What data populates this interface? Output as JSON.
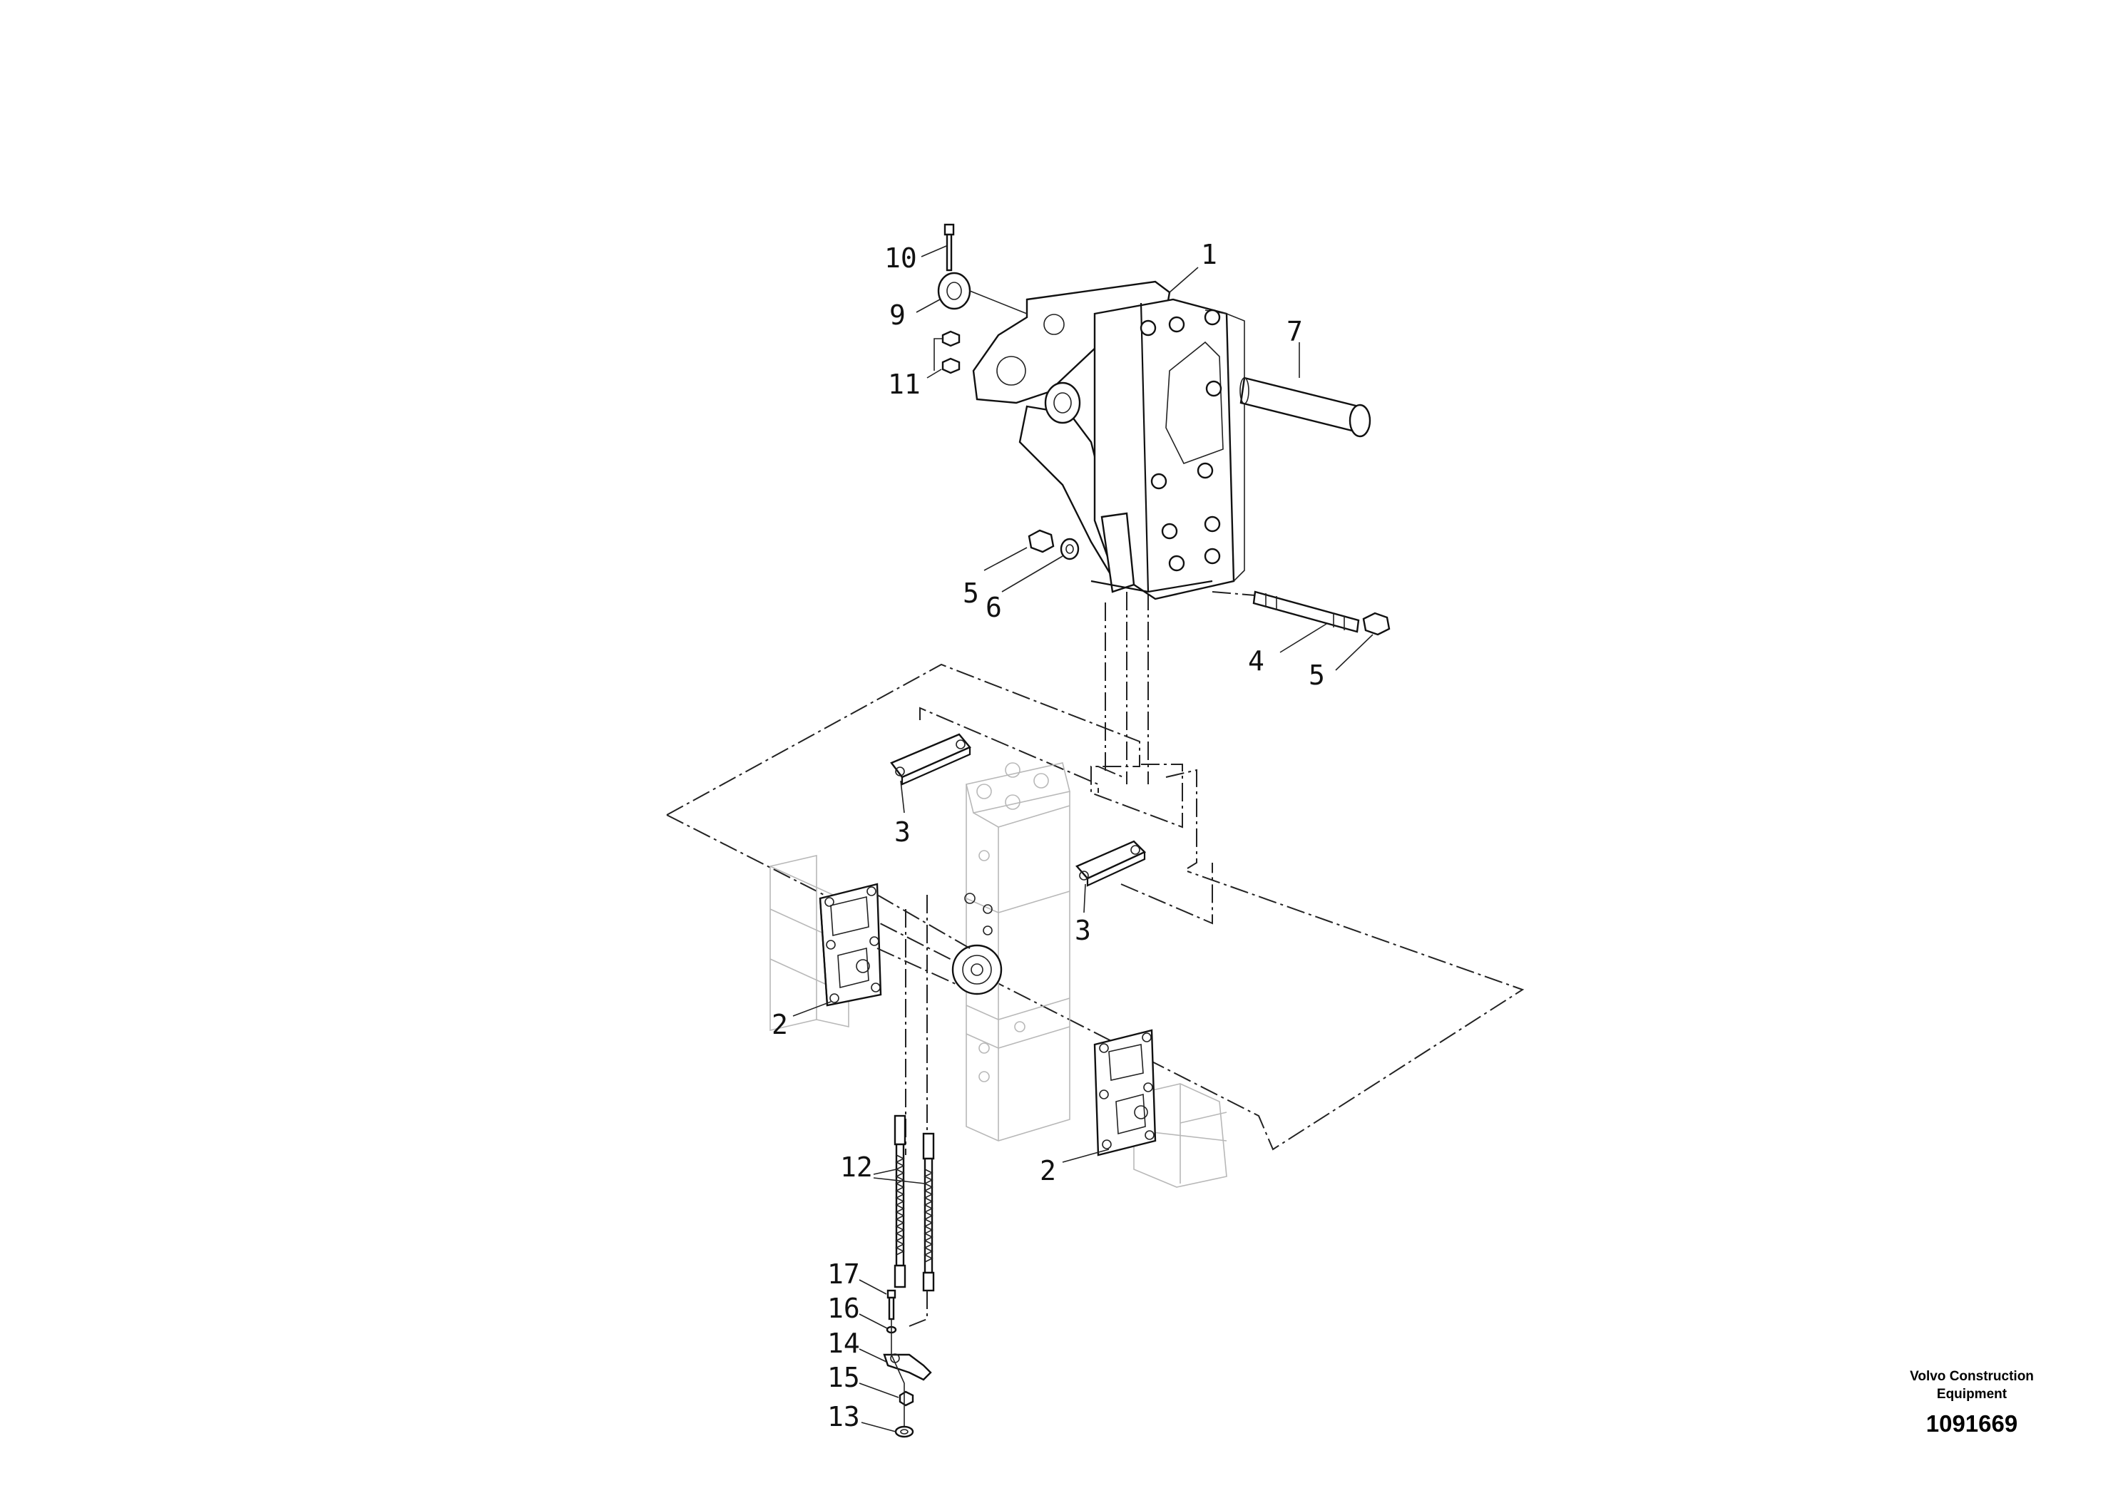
{
  "labels": {
    "l1": "1",
    "l2a": "2",
    "l2b": "2",
    "l3a": "3",
    "l3b": "3",
    "l4": "4",
    "l5a": "5",
    "l5b": "5",
    "l6": "6",
    "l7": "7",
    "l9": "9",
    "l10": "10",
    "l11": "11",
    "l12": "12",
    "l13": "13",
    "l14": "14",
    "l15": "15",
    "l16": "16",
    "l17": "17"
  },
  "footer": {
    "maker_line1": "Volvo Construction",
    "maker_line2": "Equipment",
    "doc_number": "1091669"
  }
}
